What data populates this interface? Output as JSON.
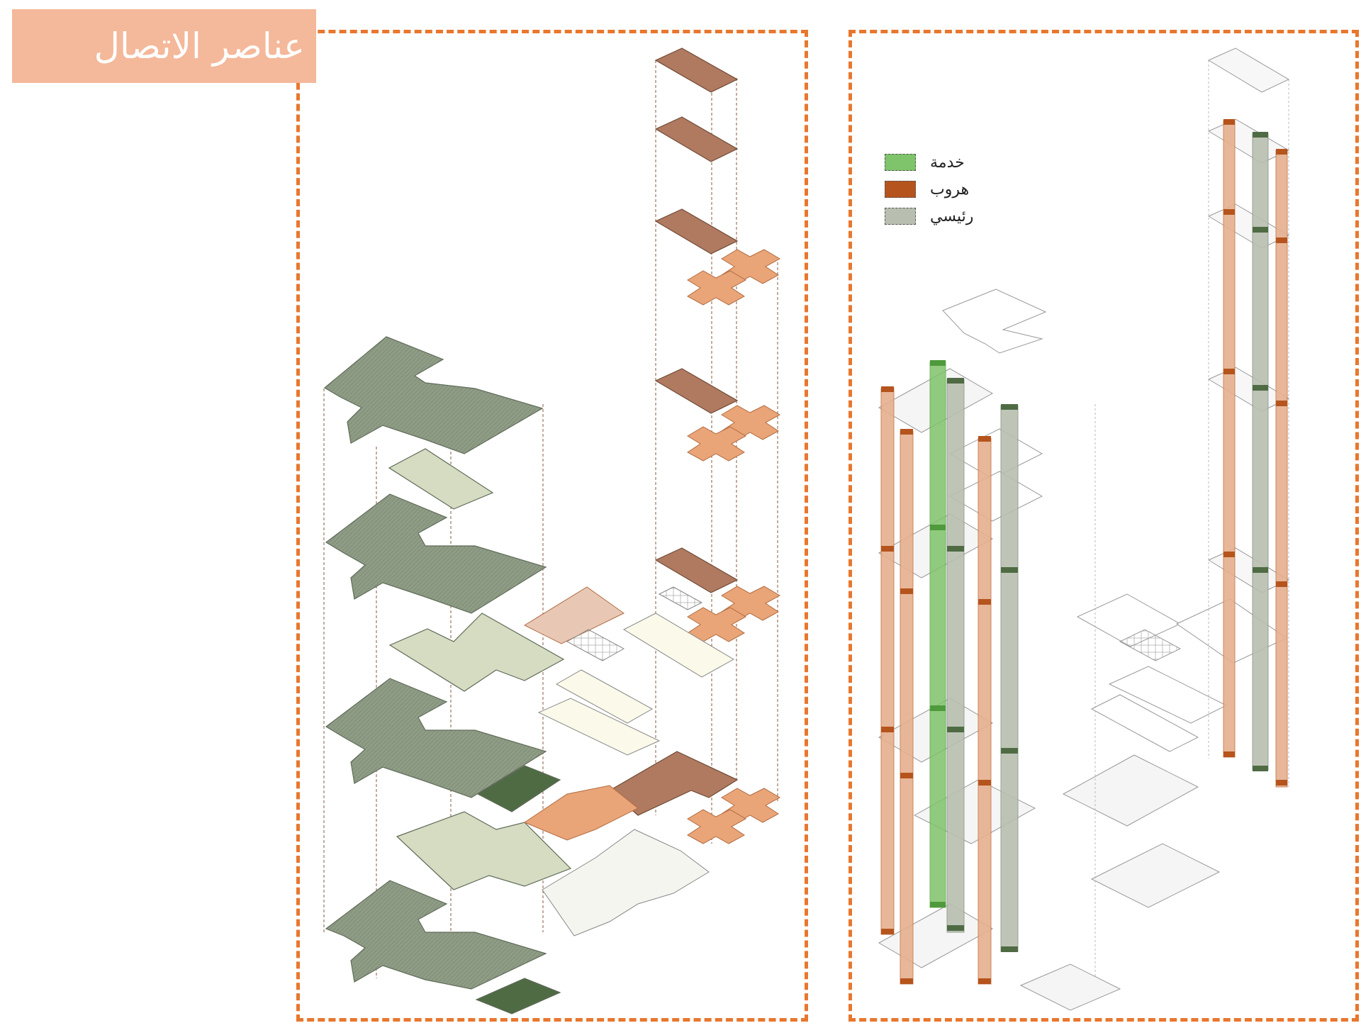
{
  "title": "عناصر الاتصال",
  "colors": {
    "frame": "#e8772e",
    "title_bg": "#f4b89a",
    "service": "#7fc36b",
    "escape": "#b5541d",
    "main": "#b8bfb0",
    "floor_green_dark": "#8f9c86",
    "floor_green_light": "#d5dcc2",
    "floor_brown": "#b07a60",
    "floor_peach": "#e9a577",
    "floor_cream": "#fbfaea"
  },
  "legend": {
    "items": [
      {
        "label": "خدمة",
        "color": "#7fc36b"
      },
      {
        "label": "هروب",
        "color": "#b5541d"
      },
      {
        "label": "رئيسي",
        "color": "#b8bfb0"
      }
    ]
  }
}
